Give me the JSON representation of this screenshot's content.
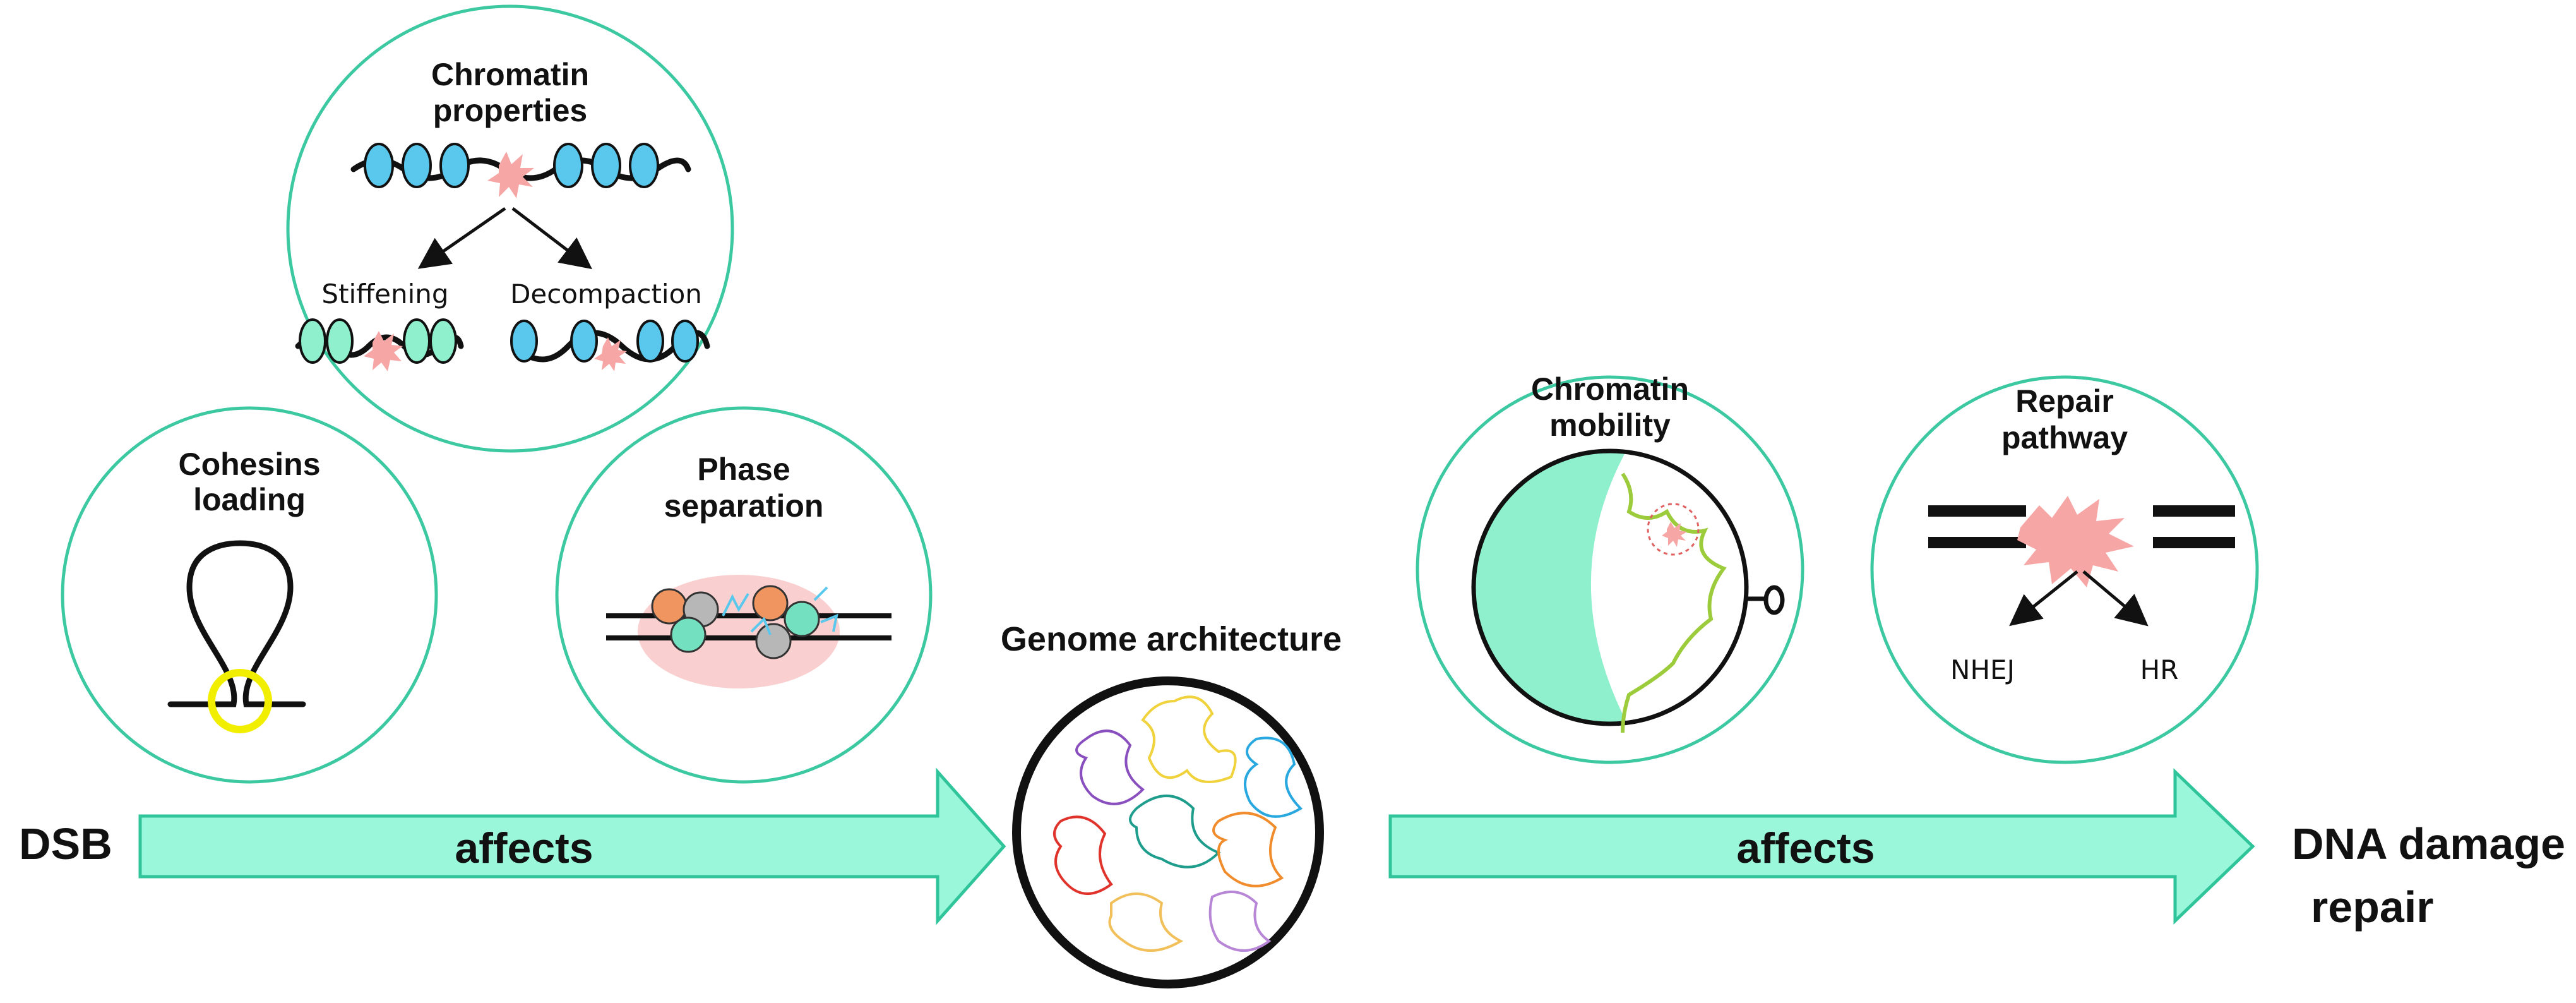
{
  "colors": {
    "accent_teal": "#3cc9a2",
    "arrow_fill": "#9af7da",
    "nucleosome_blue": "#5ac8ec",
    "nucleosome_green": "#8ff0cd",
    "damage_pink": "#f7a6a6",
    "cohesin_ring": "#f2ee00",
    "chromatin_green": "#9ccc3c"
  },
  "labels": {
    "dsb": "DSB",
    "affects_left": "affects",
    "affects_right": "affects",
    "genome_architecture": "Genome architecture",
    "dna_damage_line1": "DNA damage",
    "dna_damage_line2": "repair"
  },
  "panels": {
    "chromatin_properties": {
      "title_line1": "Chromatin",
      "title_line2": "properties",
      "branch_left": "Stiffening",
      "branch_right": "Decompaction"
    },
    "cohesins_loading": {
      "title_line1": "Cohesins",
      "title_line2": "loading"
    },
    "phase_separation": {
      "title_line1": "Phase",
      "title_line2": "separation"
    },
    "chromatin_mobility": {
      "title_line1": "Chromatin",
      "title_line2": "mobility"
    },
    "repair_pathway": {
      "title_line1": "Repair",
      "title_line2": "pathway",
      "branch_left": "NHEJ",
      "branch_right": "HR"
    }
  }
}
